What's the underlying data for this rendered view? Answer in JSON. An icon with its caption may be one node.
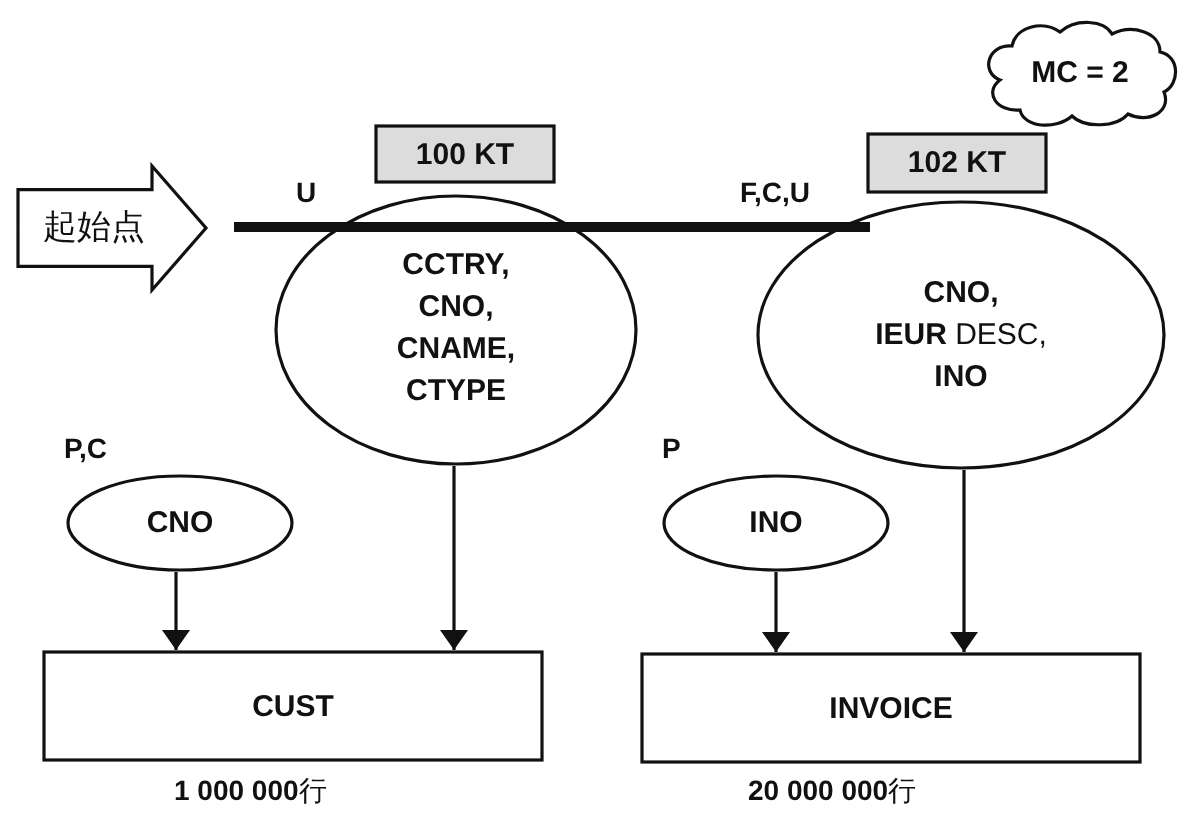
{
  "diagram": {
    "nodes": [
      {
        "text": [
          "MC = 2"
        ]
      },
      {
        "text": [
          "起始点"
        ]
      },
      {
        "text": [],
        "shape": "bar"
      },
      {
        "text": [
          "CCTRY, CNO, CNAME, CTYPE"
        ],
        "beside": [
          "U"
        ]
      },
      {
        "text": [
          "100 KT"
        ]
      },
      {
        "text": [
          "**CNO, IEUR** DESC, **INO**"
        ],
        "beside": [
          "F,C,U"
        ]
      },
      {
        "text": [
          "102 KT"
        ]
      },
      {
        "text": [
          "CNO"
        ],
        "beside": [
          "P,C"
        ]
      },
      {
        "text": [
          "INO"
        ],
        "beside": [
          "P"
        ]
      },
      {
        "text": [
          "CUST"
        ],
        "beside": [
          "**1 000 000**行"
        ]
      },
      {
        "text": [
          "INVOICE"
        ],
        "beside": [
          "**20 000 000**行"
        ]
      }
    ],
    "edges": [
      {
        "from": 7,
        "to": 9,
        "arrow": "to"
      },
      {
        "from": 3,
        "to": 9,
        "arrow": "to"
      },
      {
        "from": 8,
        "to": 10,
        "arrow": "to"
      },
      {
        "from": 5,
        "to": 10,
        "arrow": "to"
      }
    ]
  }
}
